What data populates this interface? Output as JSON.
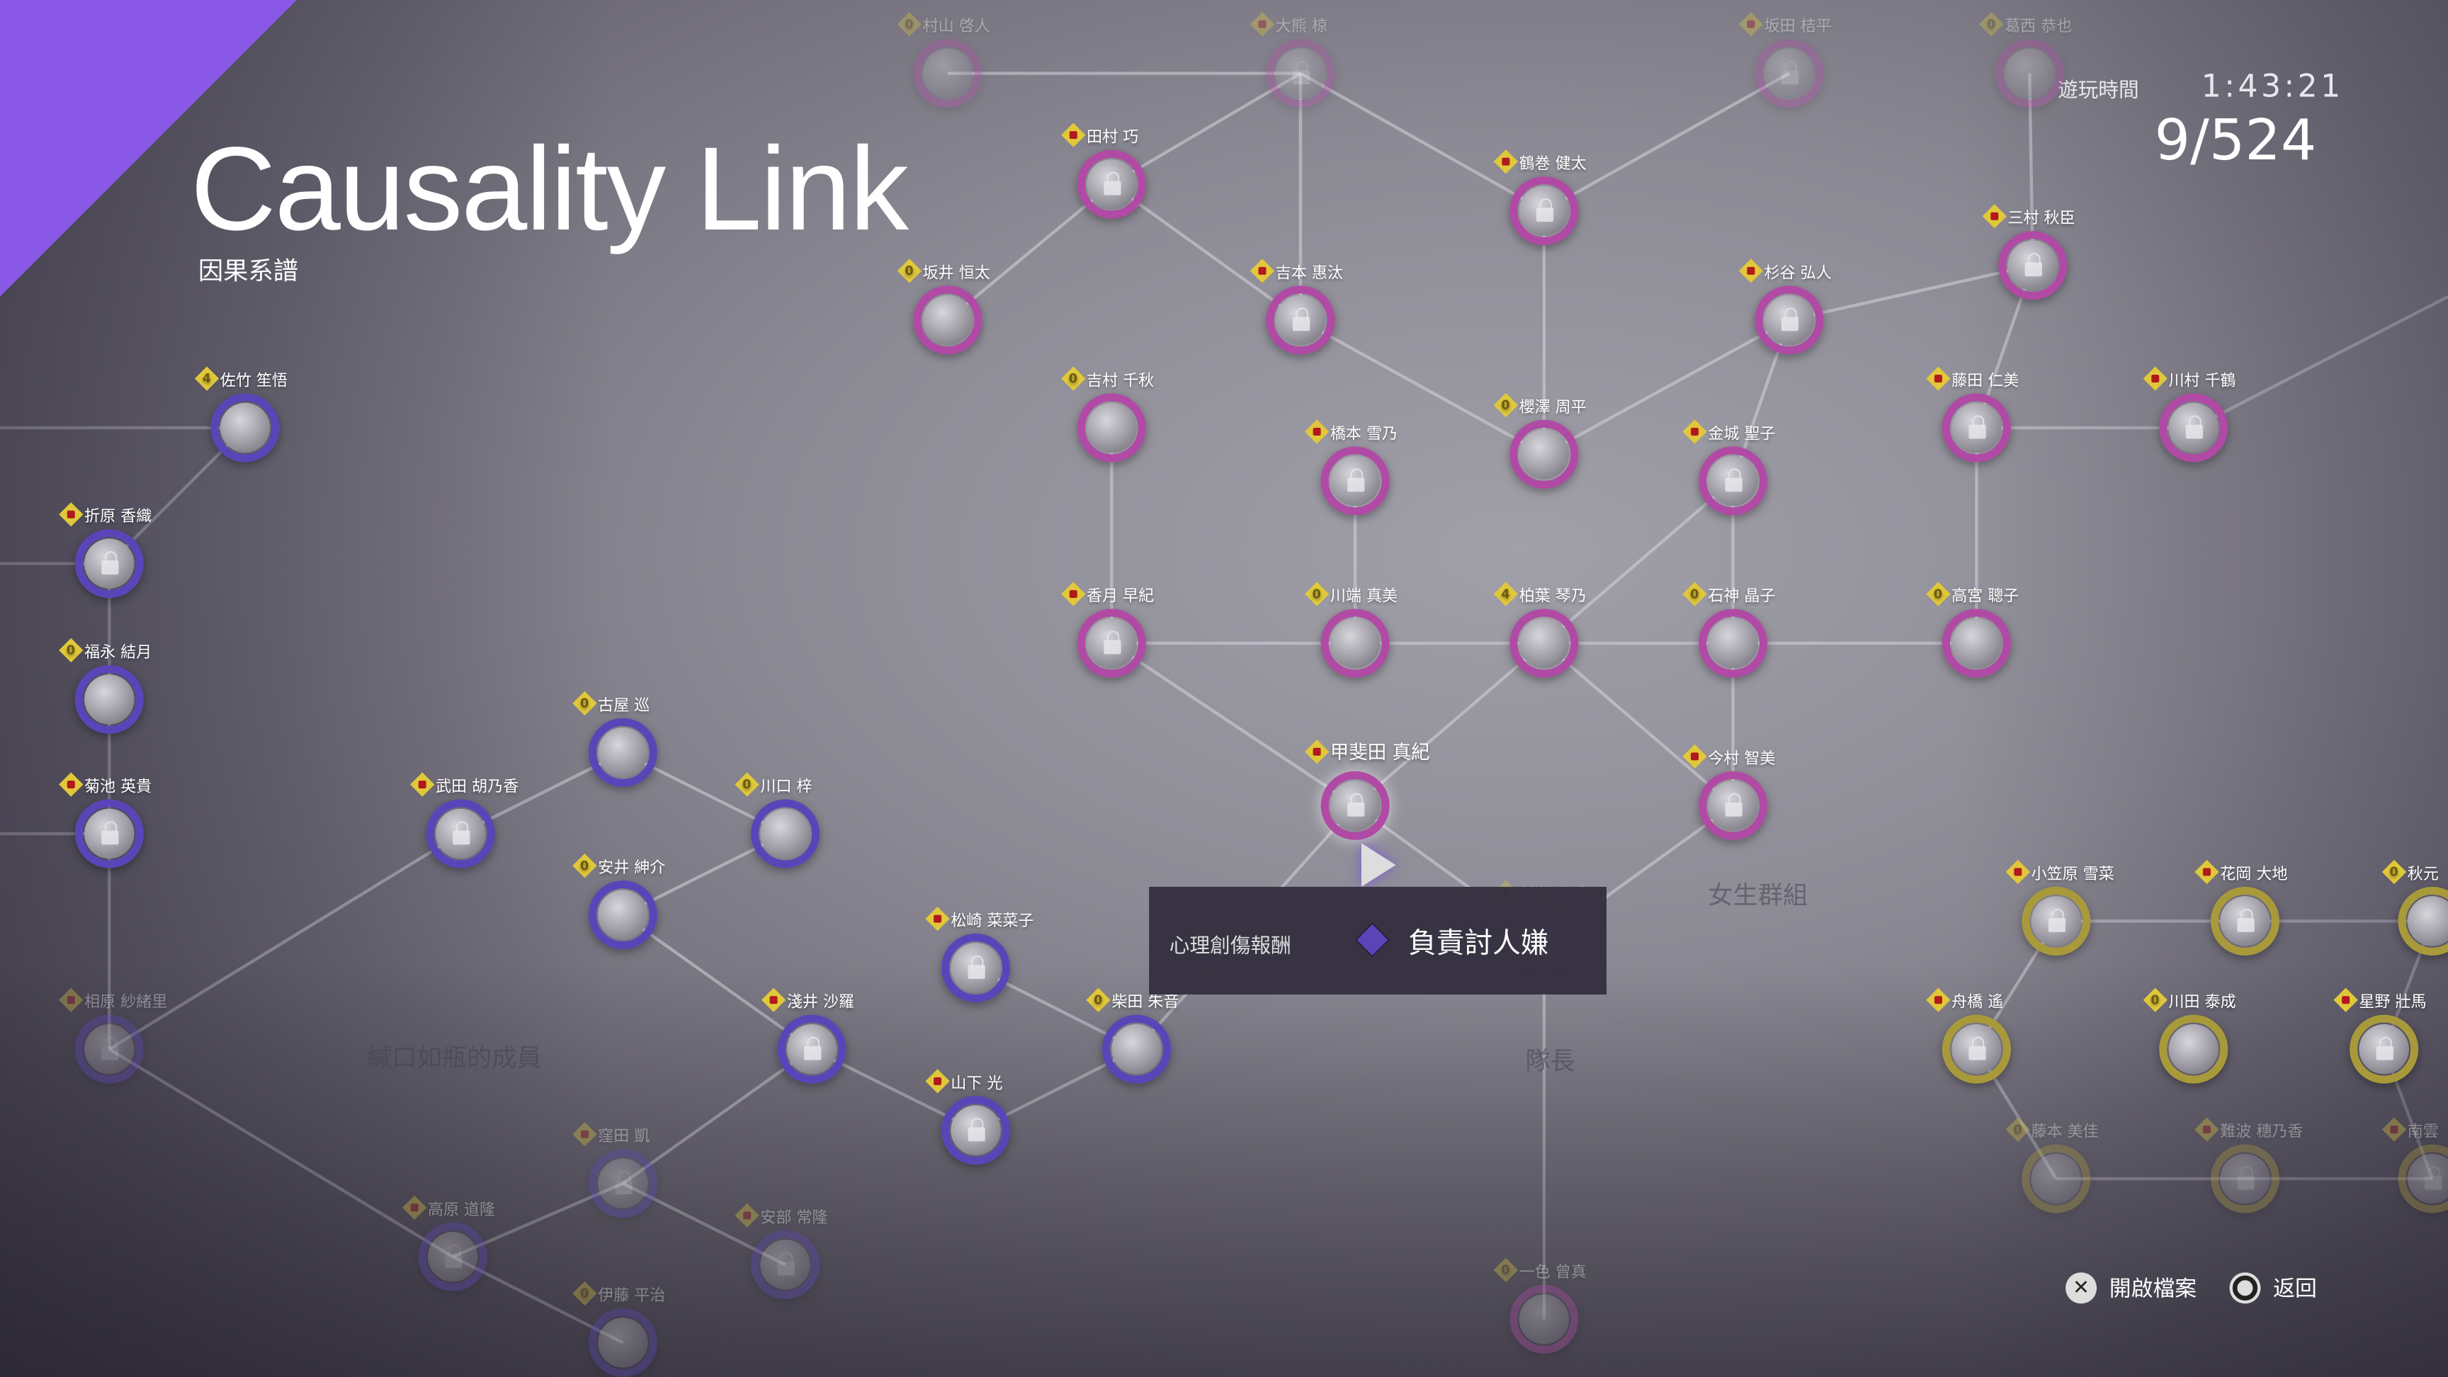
{
  "header": {
    "title": "Causality Link",
    "subtitle": "因果系譜",
    "playtime_label": "遊玩時間",
    "playtime": "1:43:21",
    "progress": "9/524",
    "progress_found": 9,
    "progress_total": 524
  },
  "colors": {
    "pink_ring": "#b04aa5",
    "purple_ring": "#5a45b8",
    "gold_ring": "#a89a3a",
    "badge": "#e0c83a",
    "accent": "#8a58e6"
  },
  "groups": {
    "girls": "女生群組",
    "silent": "緘口如瓶的成員",
    "captain": "隊長"
  },
  "tooltip": {
    "label": "心理創傷報酬",
    "icon": "lock-diamond-icon",
    "value": "負責討人嫌"
  },
  "footer": {
    "open_file": "開啟檔案",
    "open_file_icon": "cross-button-icon",
    "back": "返回",
    "back_icon": "circle-button-icon"
  },
  "nodes": [
    {
      "name": "村山 啓人",
      "badge": "0",
      "ring": "pink",
      "faded": true
    },
    {
      "name": "大熊 椋",
      "badge": "lock",
      "ring": "pink",
      "faded": true
    },
    {
      "name": "坂田 桔平",
      "badge": "lock",
      "ring": "pink",
      "faded": true
    },
    {
      "name": "葛西 恭也",
      "badge": "0",
      "ring": "pink",
      "faded": true
    },
    {
      "name": "田村 巧",
      "badge": "lock",
      "ring": "pink"
    },
    {
      "name": "鶴巻 健太",
      "badge": "lock",
      "ring": "pink"
    },
    {
      "name": "三村 秋臣",
      "badge": "lock",
      "ring": "pink"
    },
    {
      "name": "坂井 恒太",
      "badge": "0",
      "ring": "pink"
    },
    {
      "name": "吉本 惠汰",
      "badge": "lock",
      "ring": "pink"
    },
    {
      "name": "杉谷 弘人",
      "badge": "lock",
      "ring": "pink"
    },
    {
      "name": "佐竹 笙悟",
      "badge": "4",
      "ring": "purple"
    },
    {
      "name": "吉村 千秋",
      "badge": "0",
      "ring": "pink"
    },
    {
      "name": "櫻澤 周平",
      "badge": "0",
      "ring": "pink"
    },
    {
      "name": "藤田 仁美",
      "badge": "lock",
      "ring": "pink"
    },
    {
      "name": "川村 千鶴",
      "badge": "lock",
      "ring": "pink"
    },
    {
      "name": "橋本 雪乃",
      "badge": "lock",
      "ring": "pink"
    },
    {
      "name": "金城 聖子",
      "badge": "lock",
      "ring": "pink"
    },
    {
      "name": "折原 香織",
      "badge": "lock",
      "ring": "purple"
    },
    {
      "name": "香月 早紀",
      "badge": "lock",
      "ring": "pink"
    },
    {
      "name": "川端 真美",
      "badge": "0",
      "ring": "pink"
    },
    {
      "name": "柏葉 琴乃",
      "badge": "4",
      "ring": "pink"
    },
    {
      "name": "石神 晶子",
      "badge": "0",
      "ring": "pink"
    },
    {
      "name": "高宮 聰子",
      "badge": "0",
      "ring": "pink"
    },
    {
      "name": "福永 結月",
      "badge": "0",
      "ring": "purple"
    },
    {
      "name": "古屋 巡",
      "badge": "0",
      "ring": "purple"
    },
    {
      "name": "甲斐田 真紀",
      "badge": "lock",
      "ring": "pink",
      "selected": true
    },
    {
      "name": "今村 智美",
      "badge": "lock",
      "ring": "pink"
    },
    {
      "name": "菊池 英貴",
      "badge": "lock",
      "ring": "purple"
    },
    {
      "name": "武田 胡乃香",
      "badge": "lock",
      "ring": "purple"
    },
    {
      "name": "川口 梓",
      "badge": "0",
      "ring": "purple"
    },
    {
      "name": "安井 紳介",
      "badge": "0",
      "ring": "purple"
    },
    {
      "name": "村瀬 晴香",
      "badge": "lock",
      "ring": "pink",
      "faded": true
    },
    {
      "name": "小笠原 雪菜",
      "badge": "lock",
      "ring": "gold"
    },
    {
      "name": "花岡 大地",
      "badge": "lock",
      "ring": "gold"
    },
    {
      "name": "秋元",
      "badge": "0",
      "ring": "gold"
    },
    {
      "name": "松崎 菜菜子",
      "badge": "lock",
      "ring": "purple"
    },
    {
      "name": "相原 紗緒里",
      "badge": "lock",
      "ring": "purple",
      "faded": true
    },
    {
      "name": "淺井 沙羅",
      "badge": "lock",
      "ring": "purple"
    },
    {
      "name": "柴田 朱音",
      "badge": "0",
      "ring": "purple"
    },
    {
      "name": "舟橋 遙",
      "badge": "lock",
      "ring": "gold"
    },
    {
      "name": "川田 泰成",
      "badge": "0",
      "ring": "gold"
    },
    {
      "name": "星野 壯馬",
      "badge": "lock",
      "ring": "gold"
    },
    {
      "name": "山下 光",
      "badge": "lock",
      "ring": "purple"
    },
    {
      "name": "窪田 凱",
      "badge": "lock",
      "ring": "purple",
      "faded": true
    },
    {
      "name": "藤本 美佳",
      "badge": "0",
      "ring": "gold",
      "faded": true
    },
    {
      "name": "難波 穗乃香",
      "badge": "lock",
      "ring": "gold",
      "faded": true
    },
    {
      "name": "南雲",
      "badge": "lock",
      "ring": "gold",
      "faded": true
    },
    {
      "name": "高原 道隆",
      "badge": "lock",
      "ring": "purple",
      "faded": true
    },
    {
      "name": "安部 常隆",
      "badge": "lock",
      "ring": "purple",
      "faded": true
    },
    {
      "name": "伊藤 平治",
      "badge": "0",
      "ring": "purple",
      "faded": true
    },
    {
      "name": "一色 曾真",
      "badge": "0",
      "ring": "pink",
      "faded": true
    }
  ]
}
